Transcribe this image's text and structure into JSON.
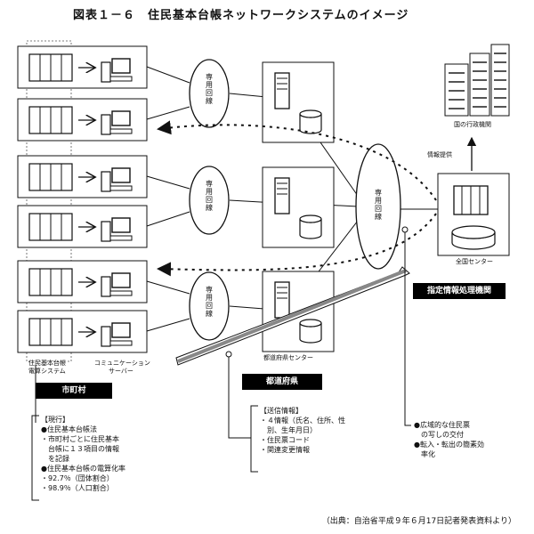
{
  "title": "図表１－６　住民基本台帳ネットワークシステムのイメージ",
  "labels": {
    "dedicated_line_top": "専用回線",
    "dedicated_line_mid": "専用回線",
    "dedicated_line_bot": "専用回線",
    "dedicated_line_center": "専用回線",
    "national_agencies": "国の行政機関",
    "info_provision": "情報提供",
    "national_center": "全国センター",
    "designated_agency": "指定情報処理機関",
    "pref_server_center": "都道府県センター",
    "prefecture": "都道府県",
    "resident_system_1": "住民基本台帳",
    "resident_system_2": "電算システム",
    "comm_server_1": "コミュニケーション",
    "comm_server_2": "サーバー",
    "municipality": "市町村"
  },
  "notes_current": {
    "lines": [
      "【現行】",
      "●住民基本台帳法",
      "・市町村ごとに住民基本",
      "　台帳に１３項目の情報",
      "　を記録",
      "●住民基本台帳の電算化率",
      "・92.7％（団体割合）",
      "・98.9％（人口割合）"
    ]
  },
  "notes_sent": {
    "lines": [
      "【送信情報】",
      "・４情報（氏名、住所、性",
      "　別、生年月日）",
      "・住民票コード",
      "・関連変更情報"
    ]
  },
  "notes_services": {
    "lines": [
      "●広域的な住民票",
      "　の写しの交付",
      "●転入・転出の簡素効",
      "　率化"
    ]
  },
  "source": "（出典：自治省平成９年６月17日記者発表資料より）"
}
